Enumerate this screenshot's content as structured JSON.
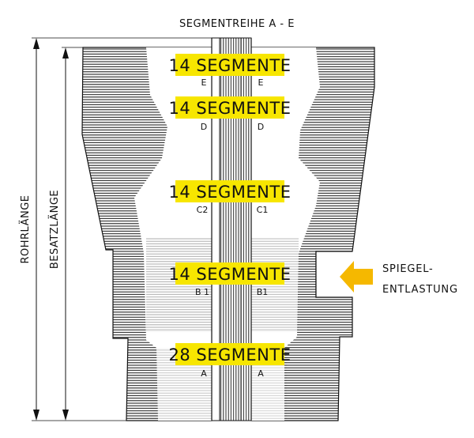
{
  "title": "SEGMENTREIHE A - E",
  "dimension_labels": {
    "outer": "ROHRLÄNGE",
    "inner": "BESATZLÄNGE"
  },
  "segments": [
    {
      "id": "E",
      "label": "14 SEGMENTE",
      "left_mark": "E",
      "right_mark": "E"
    },
    {
      "id": "D",
      "label": "14 SEGMENTE",
      "left_mark": "D",
      "right_mark": "D"
    },
    {
      "id": "C",
      "label": "14 SEGMENTE",
      "left_mark": "C2",
      "right_mark": "C1"
    },
    {
      "id": "B",
      "label": "14 SEGMENTE",
      "left_mark": "B 1",
      "right_mark": "B1"
    },
    {
      "id": "A",
      "label": "28 SEGMENTE",
      "left_mark": "A",
      "right_mark": "A"
    }
  ],
  "annotation": {
    "line1": "SPIEGEL-",
    "line2": "ENTLASTUNG",
    "arrow_color": "#f5b800",
    "arrow_icon": "arrow-left-icon"
  },
  "colors": {
    "highlight": "#f7e600",
    "ink": "#111111"
  }
}
